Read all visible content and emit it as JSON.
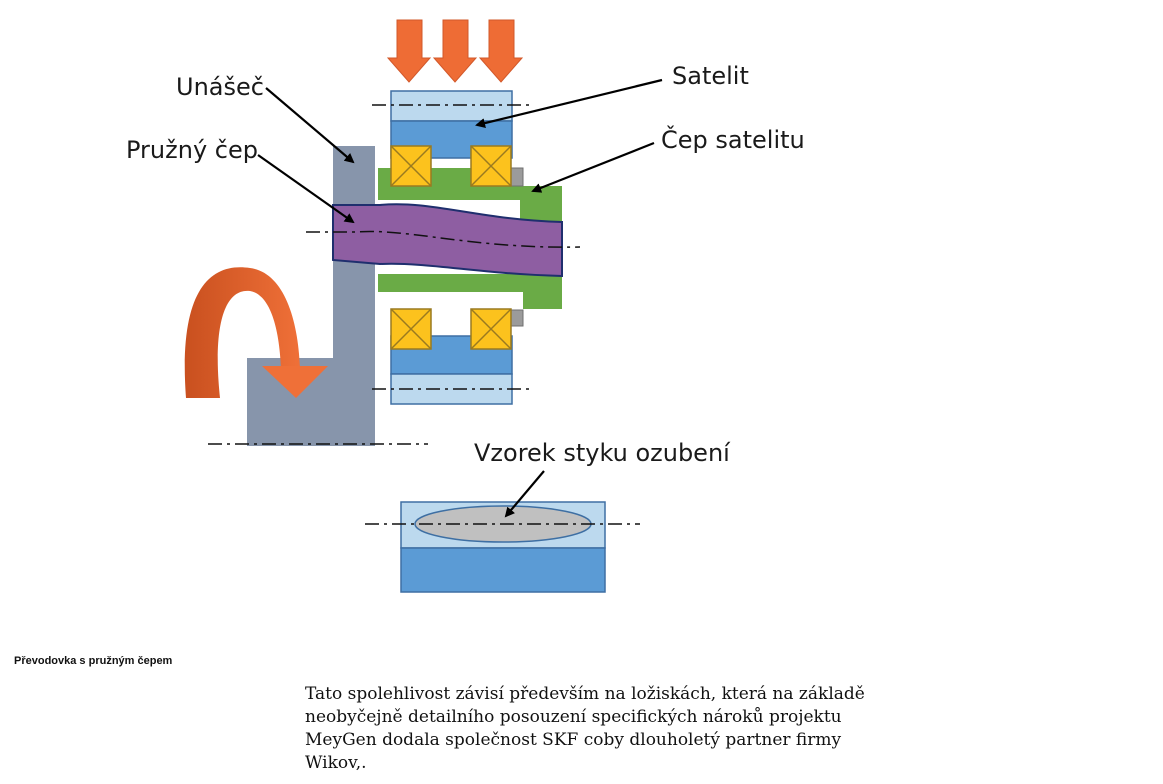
{
  "diagram": {
    "labels": {
      "unasec": "Unášeč",
      "satelit": "Satelit",
      "pruzny_cep": "Pružný čep",
      "cep_satelitu": "Čep satelitu",
      "vzorek": "Vzorek styku ozubení"
    },
    "colors": {
      "carrier": "#8795ab",
      "gear_light": "#bcd9ee",
      "gear_dark": "#5b9bd5",
      "pin": "#8e5ea2",
      "sleeve": "#6aab46",
      "bearing": "#fcc21d",
      "arrow": "#ec6a35",
      "contact": "#c0c0c0"
    }
  },
  "caption": "Převodovka s pružným čepem",
  "body_text": "Tato spolehlivost závisí především na ložiskách, která na základě neobyčejně detailního posouzení specifických nároků projektu MeyGen dodala společnost SKF coby dlouholetý partner firmy Wikov,."
}
